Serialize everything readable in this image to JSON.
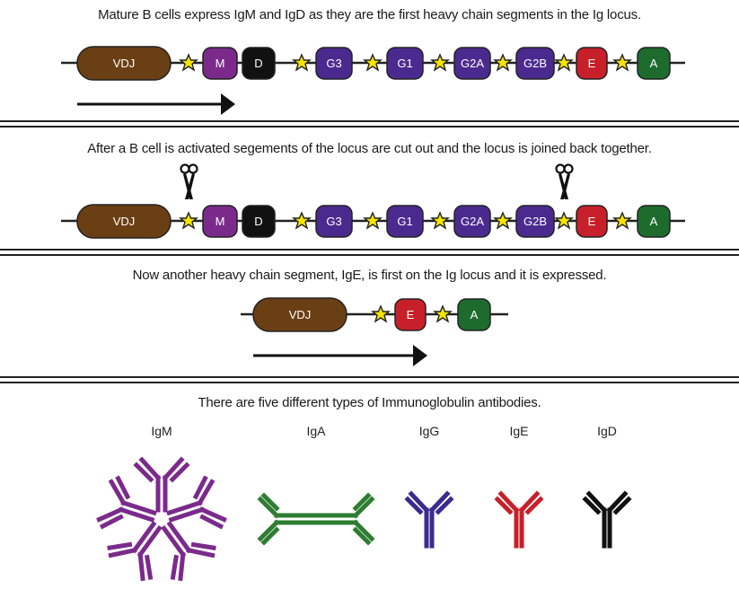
{
  "captions": {
    "panel1": "Mature B cells express IgM and IgD as they are the first heavy chain segments in the Ig locus.",
    "panel2": "After a B cell is activated segements of the locus are cut out and the locus is joined back together.",
    "panel3": "Now another heavy chain segment, IgE, is first on the Ig locus and it is expressed.",
    "panel4": "There are five different types of Immunoglobulin antibodies."
  },
  "segments": {
    "vdj": "VDJ",
    "m": "M",
    "d": "D",
    "g3": "G3",
    "g1": "G1",
    "g2a": "G2A",
    "g2b": "G2B",
    "e": "E",
    "a": "A"
  },
  "antibody_labels": {
    "igm": "IgM",
    "iga": "IgA",
    "igg": "IgG",
    "ige": "IgE",
    "igd": "IgD"
  },
  "colors": {
    "vdj": "#6b3f14",
    "m": "#7b2a8c",
    "d": "#111111",
    "g": "#4b2a8f",
    "e": "#c8202a",
    "a": "#1e6b2e",
    "star": "#f5e400",
    "igm": "#7b2a8c",
    "iga": "#2e7d32",
    "igg": "#3b2a8f",
    "ige": "#c8202a",
    "igd": "#111111"
  }
}
